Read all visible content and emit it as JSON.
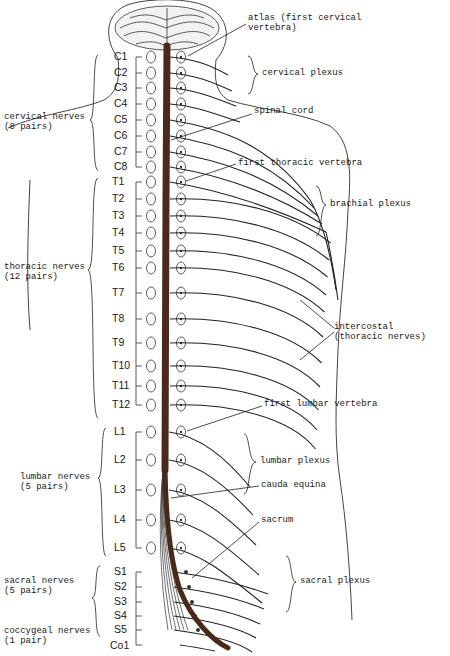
{
  "diagram": {
    "labels": [
      "atlas (first cervical vertebra)",
      "C1",
      "C2",
      "C3",
      "C4",
      "C5",
      "C6",
      "C7",
      "C8",
      "cervical plexus",
      "spinal cord",
      "first thoracic vertebra",
      "cervical nerves (8 pairs)",
      "brachial plexus",
      "T1",
      "T2",
      "T3",
      "T4",
      "T5",
      "T6",
      "T7",
      "T8",
      "T9",
      "T10",
      "T11",
      "T12",
      "thoracic nerves (12 pairs)",
      "intercostal (thoracic nerves)",
      "first lumbar vertebra",
      "L1",
      "L2",
      "L3",
      "L4",
      "L5",
      "lumbar plexus",
      "cauda equina",
      "lumbar nerves (5 pairs)",
      "sacrum",
      "S1",
      "S2",
      "S3",
      "S4",
      "S5",
      "sacral plexus",
      "sacral nerves (5 pairs)",
      "coccygeal nerves (1 pair)",
      "Co1"
    ]
  }
}
